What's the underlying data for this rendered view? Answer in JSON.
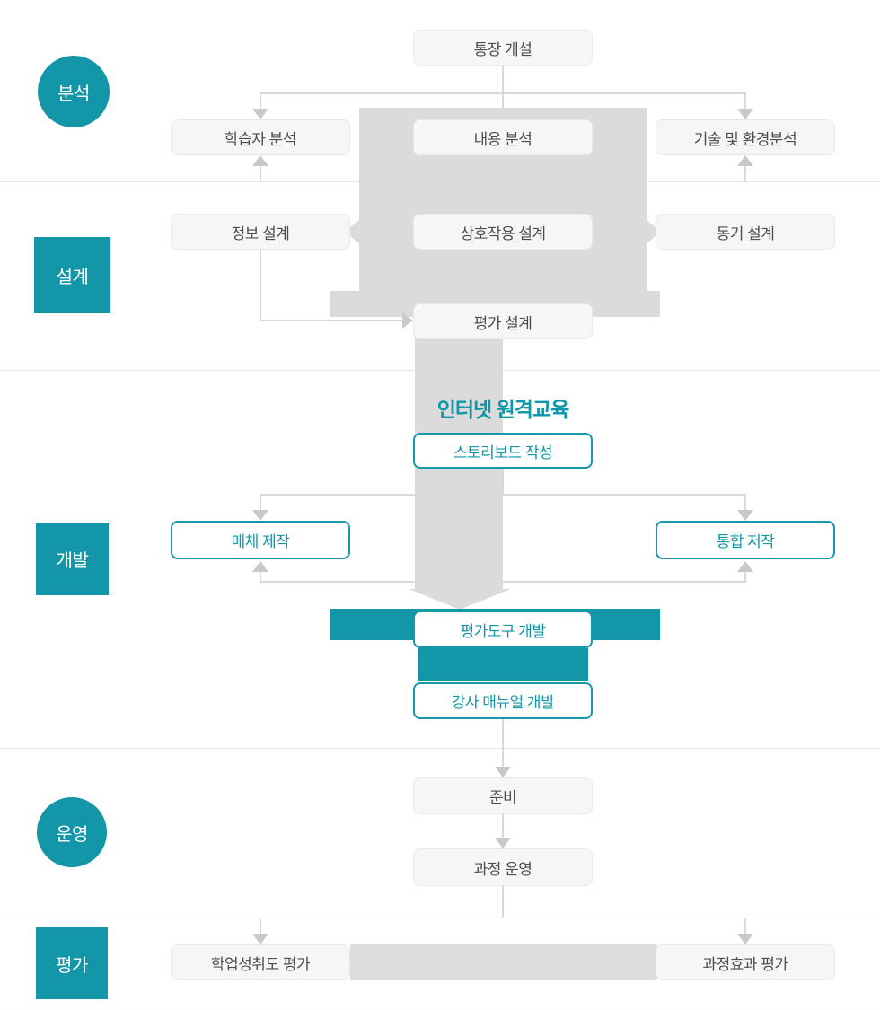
{
  "stages": {
    "analysis": "분석",
    "design": "설계",
    "development": "개발",
    "operation": "운영",
    "evaluation": "평가"
  },
  "heading": {
    "center_title": "인터넷 원격교육"
  },
  "nodes": {
    "account_open": "통장 개설",
    "learner_analysis": "학습자 분석",
    "content_analysis": "내용 분석",
    "tech_env_analysis": "기술 및 환경분석",
    "info_design": "정보 설계",
    "interaction_design": "상호작용 설계",
    "motivation_design": "동기 설계",
    "evaluation_design": "평가 설계",
    "storyboard": "스토리보드 작성",
    "media_production": "매체 제작",
    "integrated_authoring": "통합 저작",
    "evaluation_tool_dev": "평가도구 개발",
    "instructor_manual_dev": "강사 매뉴얼 개발",
    "preparation": "준비",
    "course_operation": "과정 운영",
    "achievement_evaluation": "학업성취도 평가",
    "course_effect_evaluation": "과정효과 평가"
  },
  "colors": {
    "accent_teal": "#1296a8",
    "band_gray": "#dbdbdb",
    "box_gray_bg": "#f6f6f6",
    "connector_gray": "#d9d9d9"
  }
}
